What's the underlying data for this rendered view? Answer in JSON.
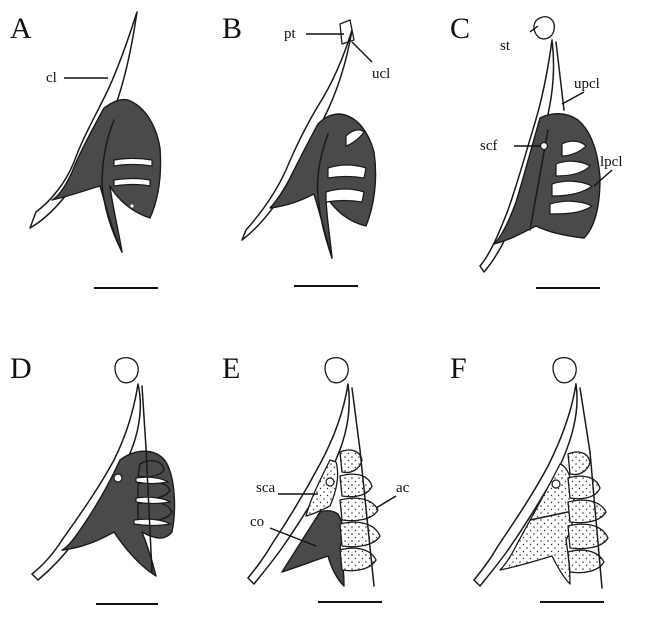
{
  "panels": [
    {
      "id": "A",
      "letter": "A",
      "labels": [
        "cl"
      ]
    },
    {
      "id": "B",
      "letter": "B",
      "labels": [
        "pt",
        "ucl"
      ]
    },
    {
      "id": "C",
      "letter": "C",
      "labels": [
        "st",
        "upcl",
        "scf",
        "lpcl"
      ]
    },
    {
      "id": "D",
      "letter": "D",
      "labels": []
    },
    {
      "id": "E",
      "letter": "E",
      "labels": [
        "sca",
        "ac",
        "co"
      ]
    },
    {
      "id": "F",
      "letter": "F",
      "labels": []
    }
  ],
  "colors": {
    "ossified": "#4a4a4a",
    "ink": "#1a1a1a",
    "background": "#ffffff"
  }
}
